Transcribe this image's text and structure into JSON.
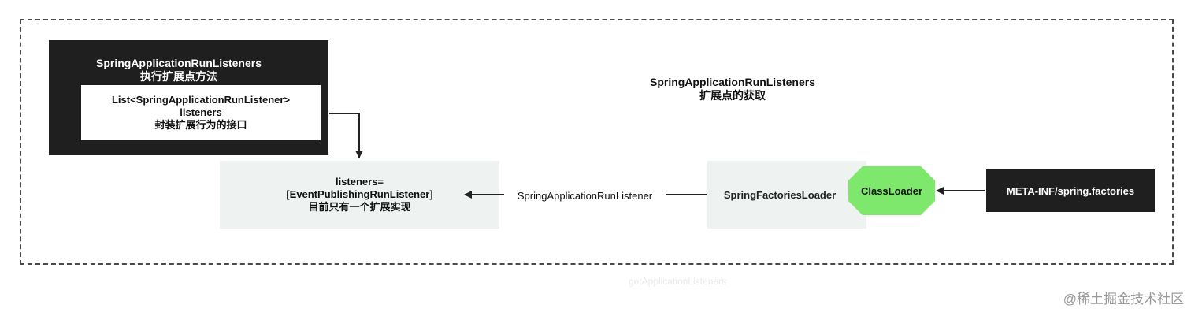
{
  "run_listeners": {
    "title_line1": "SpringApplicationRunListeners",
    "title_line2": "执行扩展点方法",
    "inner_line1": "List<SpringApplicationRunListener>",
    "inner_line2": "listeners",
    "inner_line3": "封装扩展行为的接口"
  },
  "extension": {
    "title_line1": "SpringApplicationRunListeners",
    "title_line2": "扩展点的获取"
  },
  "listeners_value": {
    "line1": "listeners=",
    "line2": "[EventPublishingRunListener]",
    "line3": "目前只有一个扩展实现"
  },
  "edge_label": "SpringApplicationRunListener",
  "factories_loader": "SpringFactoriesLoader",
  "classloader": "ClassLoader",
  "classloader_color": "#7de86b",
  "meta_inf": "META-INF/spring.factories",
  "faint_label": "getApplicationListeners",
  "watermark": "@稀土掘金技术社区"
}
